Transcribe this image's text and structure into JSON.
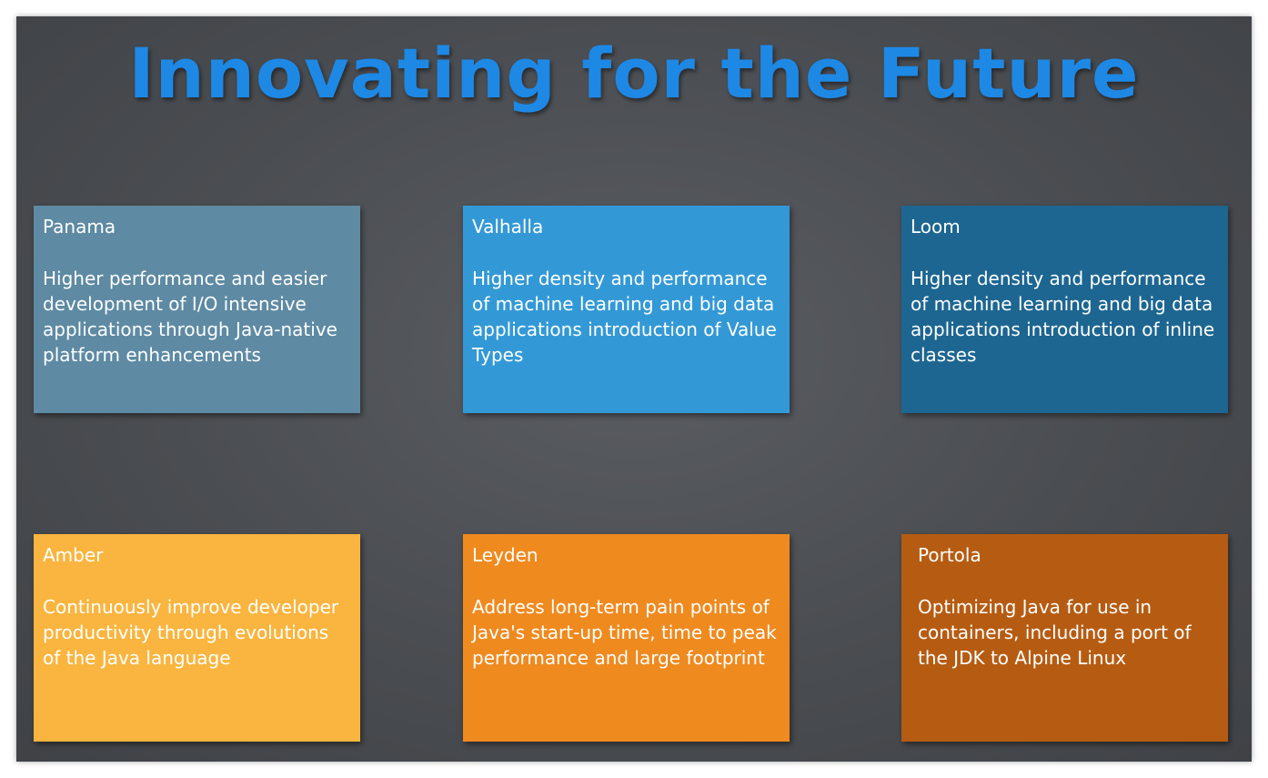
{
  "slide": {
    "title": "Innovating for the Future",
    "colors": {
      "background": "#4a4d51",
      "title": "#1e88e5"
    },
    "cards": [
      {
        "name": "Panama",
        "description": "Higher performance and easier development of I/O intensive applications through Java-native platform enhancements",
        "color": "#5e8aa3"
      },
      {
        "name": "Valhalla",
        "description": "Higher density and performance of machine learning and big data applications introduction of Value Types",
        "color": "#3399d6"
      },
      {
        "name": "Loom",
        "description": "Higher density and performance of machine learning and big data applications introduction of inline classes",
        "color": "#1d6691"
      },
      {
        "name": "Amber",
        "description": "Continuously improve developer productivity through evolutions of the Java language",
        "color": "#f9b53f"
      },
      {
        "name": "Leyden",
        "description": "Address long-term pain points of Java's start-up time, time to peak performance and large footprint",
        "color": "#ef8a1f"
      },
      {
        "name": "Portola",
        "description": "Optimizing Java for use in containers, including a port of the JDK to Alpine Linux",
        "color": "#b65c12"
      }
    ]
  }
}
